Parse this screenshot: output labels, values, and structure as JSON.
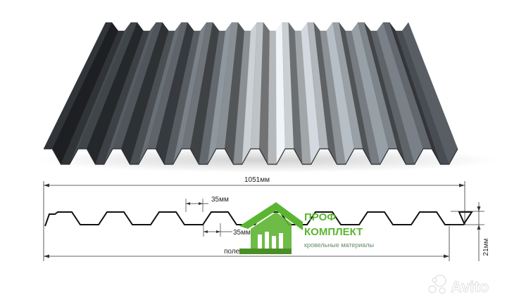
{
  "dimensions": {
    "total_width": "1051мм",
    "rib_top": "35мм",
    "rib_bottom": "35мм",
    "useful_width": "полезная 1000мм",
    "height": "21мм"
  },
  "logo": {
    "line1": "ПРОФ",
    "line2": "КОМПЛЕКТ",
    "tagline": "кровельные материалы",
    "color": "#5cb531"
  },
  "watermark": {
    "text": "Avito"
  },
  "sheet_colors": {
    "light": "#d4d8dc",
    "mid": "#8d949b",
    "dark": "#3b3f44"
  }
}
